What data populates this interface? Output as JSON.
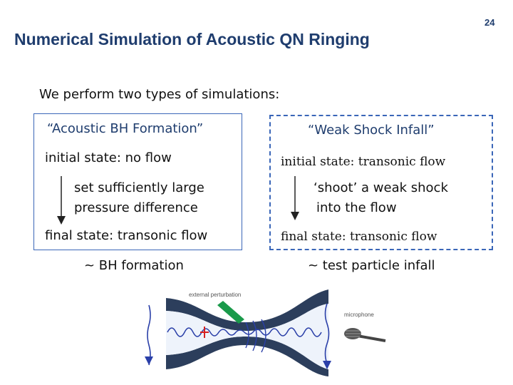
{
  "page_number": "24",
  "title": "Numerical Simulation of Acoustic QN Ringing",
  "intro": "We perform two types of simulations:",
  "left": {
    "heading": "“Acoustic BH Formation”",
    "initial": "initial state: no flow",
    "process_line1": "set sufficiently large",
    "process_line2": "pressure difference",
    "final": "final state: transonic flow",
    "analogy": "~ BH formation"
  },
  "right": {
    "heading": "“Weak Shock Infall”",
    "initial": "initial state: transonic flow",
    "process_line1": "‘shoot’ a weak shock",
    "process_line2": "into the flow",
    "final": "final state: transonic flow",
    "analogy": "~ test particle infall"
  },
  "figure": {
    "perturbation_label": "external perturbation",
    "microphone_label": "microphone",
    "nozzle_color": "#2c3e5c",
    "jet_color": "#1a9a4a",
    "throat_marker_color": "#d62020"
  }
}
